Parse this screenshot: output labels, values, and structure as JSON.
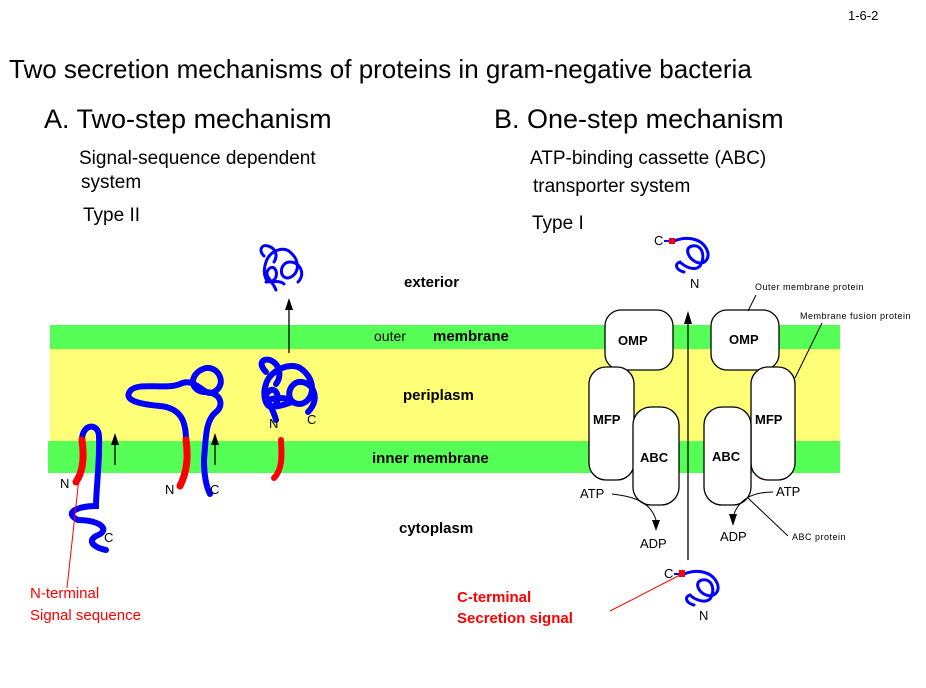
{
  "slide_number": "1-6-2",
  "title": "Two secretion mechanisms of proteins in gram-negative bacteria",
  "section_a": {
    "heading": "A. Two-step mechanism",
    "subtitle_line1": "Signal-sequence dependent",
    "subtitle_line2": "system",
    "type": "Type II",
    "callout_line1": "N-terminal",
    "callout_line2": "Signal sequence"
  },
  "section_b": {
    "heading": "B. One-step mechanism",
    "subtitle_line1": "ATP-binding cassette (ABC)",
    "subtitle_line2": "transporter system",
    "type": "Type I",
    "callout_line1": "C-terminal",
    "callout_line2": "Secretion signal",
    "boxes": {
      "omp": "OMP",
      "mfp": "MFP",
      "abc": "ABC"
    },
    "annotations": {
      "outer_membrane_protein": "Outer membrane protein",
      "membrane_fusion_protein": "Membrane fusion protein",
      "abc_protein": "ABC protein"
    },
    "atp": "ATP",
    "adp": "ADP"
  },
  "regions": {
    "exterior": "exterior",
    "outer_membrane_prefix": "outer",
    "outer_membrane": "membrane",
    "periplasm": "periplasm",
    "inner_membrane": "inner membrane",
    "cytoplasm": "cytoplasm"
  },
  "termini": {
    "n": "N",
    "c": "C"
  },
  "colors": {
    "membrane": "#55ff55",
    "periplasm": "#ffff77",
    "protein_chain": "#0000ff",
    "signal": "#ff0000"
  }
}
